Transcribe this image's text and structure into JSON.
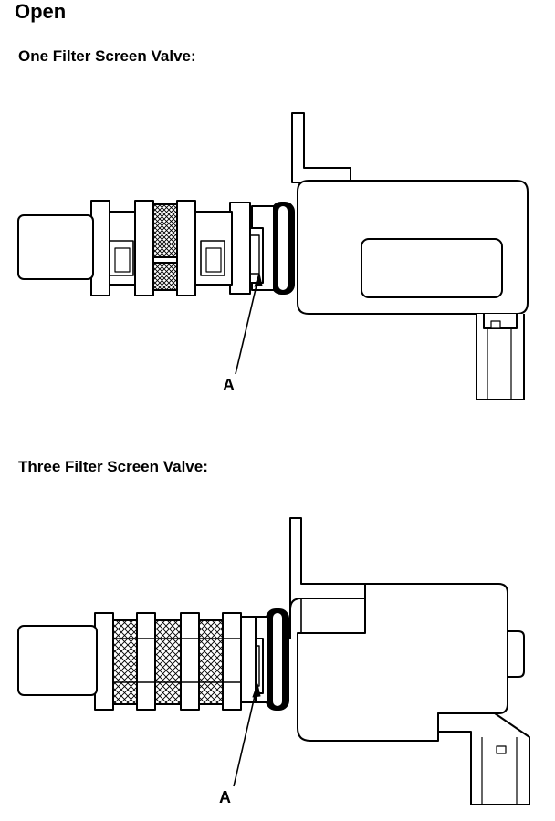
{
  "page": {
    "title": "Open"
  },
  "valve_one": {
    "heading": "One Filter Screen Valve:",
    "callout": "A"
  },
  "valve_three": {
    "heading": "Three Filter Screen Valve:",
    "callout": "A"
  },
  "colors": {
    "ink": "#000000",
    "background": "#ffffff"
  }
}
